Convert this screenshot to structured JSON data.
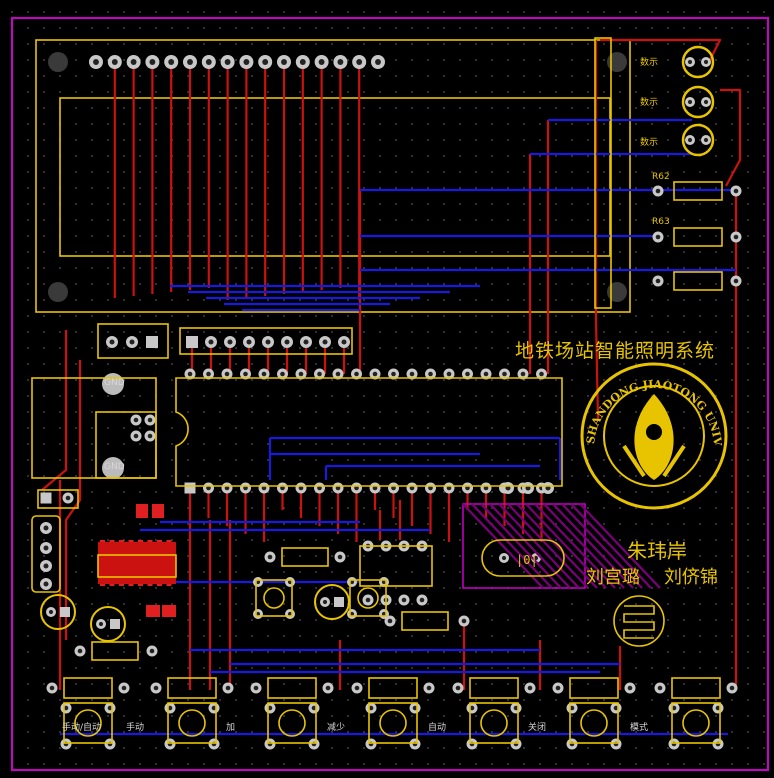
{
  "board": {
    "title": "地铁场站智能照明系统",
    "authors": [
      "朱玮岸",
      "刘宫璐",
      "刘侪锦"
    ],
    "logo_text": "SHANDONG JIAOTONG UNIVERSITY",
    "ref_r62": "R62",
    "ref_r63": "R63",
    "led_labels": [
      "数示",
      "数示",
      "数示"
    ],
    "button_labels": [
      "手动/自动",
      "手动",
      "加",
      "减少",
      "自动",
      "关闭",
      "模式"
    ],
    "crystal_mark": "|0|",
    "gnd_label": "GND"
  },
  "colors": {
    "background": "#000000",
    "top_trace": "#cc1111",
    "bottom_trace": "#1a1adf",
    "silkscreen": "#e8c400",
    "pad": "#c8c8c8",
    "outline": "#cc00cc"
  }
}
